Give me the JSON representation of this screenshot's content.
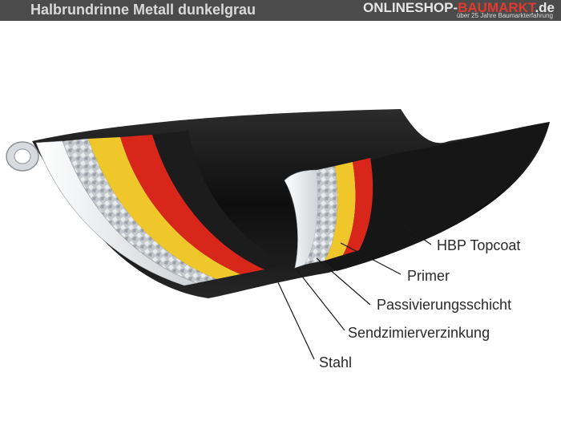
{
  "header": {
    "title": "Halbrundrinne Metall dunkelgrau",
    "brand_main": "ONLINESHOP-",
    "brand_accent": "BAUMARKT",
    "brand_suffix": ".de",
    "tagline": "über 25 Jahre Baumarkterfahrung"
  },
  "layers": [
    {
      "label": "HBP Topcoat",
      "color": "#1c1c1c"
    },
    {
      "label": "Primer",
      "color": "#d8261b"
    },
    {
      "label": "Passivierungsschicht",
      "color": "#f0c72a"
    },
    {
      "label": "Sendzimierverzinkung",
      "color": "#b9bec4"
    },
    {
      "label": "Stahl",
      "color": "#e4e7ea"
    }
  ]
}
